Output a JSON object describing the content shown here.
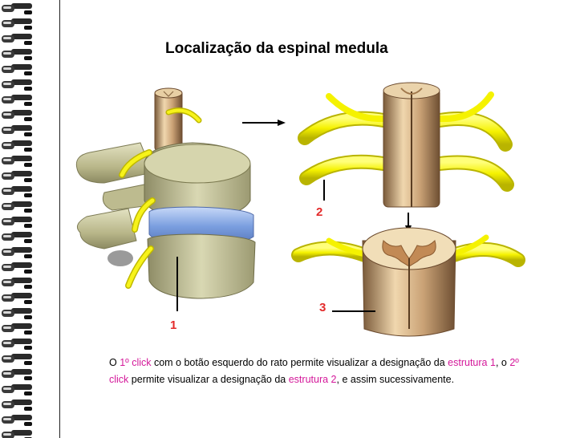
{
  "slide": {
    "title": "Localização da espinal medula",
    "labels": {
      "one": "1",
      "two": "2",
      "three": "3"
    },
    "caption": {
      "p1": "O ",
      "k1": "1º click",
      "p2": " com o botão esquerdo do rato permite visualizar a designação da ",
      "k2": "estrutura 1",
      "p3": ", o ",
      "k3": "2º click",
      "p4": " permite visualizar a designação da ",
      "k4": "estrutura 2",
      "p5": ", e assim sucessivamente."
    }
  },
  "colors": {
    "highlight": "#d4189a",
    "label": "#e32b2b",
    "nerve": "#ffff1a",
    "bone": "#c9c79a",
    "disc": "#8fb0e8"
  },
  "icons": [
    "spiral-binding-icon",
    "arrow-right-icon",
    "arrow-down-icon"
  ]
}
